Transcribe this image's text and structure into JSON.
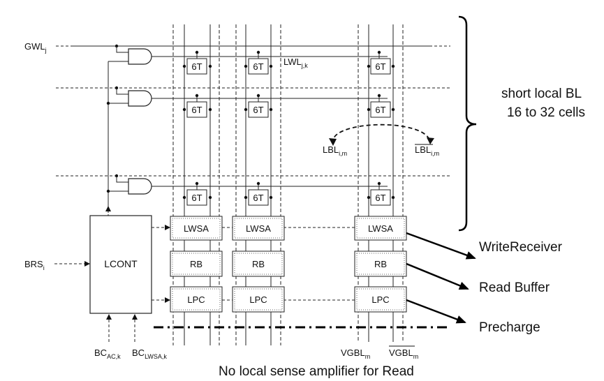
{
  "signals": {
    "gwl": "GWL",
    "gwl_sub": "j",
    "lwl": "LWL",
    "lwl_sub": "j,k",
    "brs": "BRS",
    "brs_sub": "i",
    "bc_ac": "BC",
    "bc_ac_sub": "AC,k",
    "bc_lwsa": "BC",
    "bc_lwsa_sub": "LWSA,k",
    "vgbl": "VGBL",
    "vgbl_sub": "m",
    "vgbl_bar": "VGBL",
    "vgbl_bar_sub": "m",
    "lbl": "LBL",
    "lbl_sub": "i,m",
    "lbl_bar": "LBL",
    "lbl_bar_sub": "i,m"
  },
  "blocks": {
    "cell": "6T",
    "lcont": "LCONT",
    "lwsa": "LWSA",
    "rb": "RB",
    "lpc": "LPC"
  },
  "annotations": {
    "brace_line1": "short local BL",
    "brace_line2": "16 to 32 cells",
    "write_receiver": "WriteReceiver",
    "read_buffer": "Read Buffer",
    "precharge": "Precharge",
    "caption": "No local sense amplifier for Read"
  }
}
